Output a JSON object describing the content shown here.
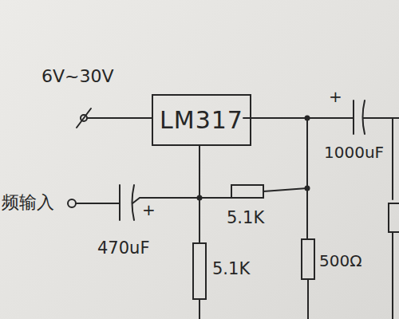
{
  "diagram": {
    "nodes": [
      {
        "text": [
          "LM317"
        ]
      }
    ],
    "labels": [
      "6V~30V",
      "+",
      "1000uF",
      "频输入",
      "+",
      "470uF",
      "5.1K",
      "5.1K",
      "500Ω"
    ]
  }
}
